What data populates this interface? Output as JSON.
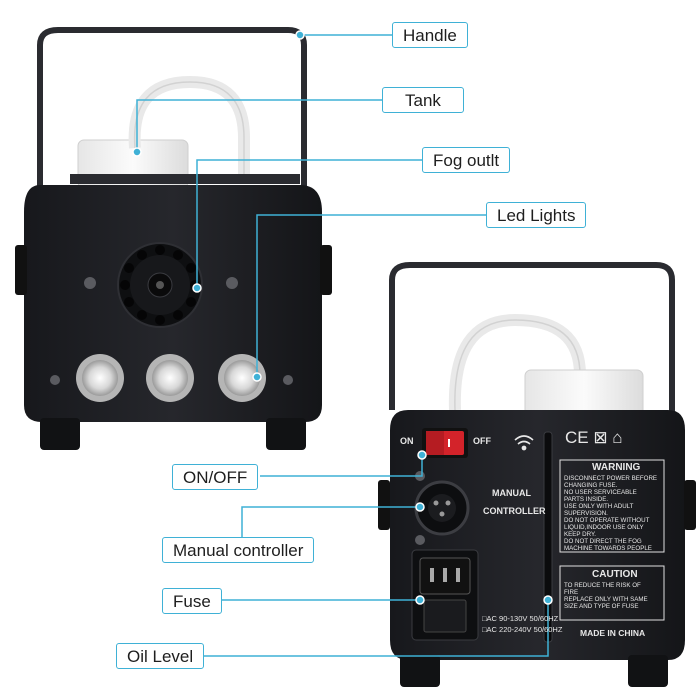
{
  "callouts": {
    "handle": "Handle",
    "tank": "Tank",
    "fog_outlet": "Fog outlt",
    "led_lights": "Led Lights",
    "on_off": "ON/OFF",
    "manual_controller": "Manual controller",
    "fuse": "Fuse",
    "oil_level": "Oil Level"
  },
  "rear_panel": {
    "switch_on": "ON",
    "switch_off": "OFF",
    "manual": "MANUAL",
    "controller": "CONTROLLER",
    "marks": "CE ⊠ ⌂",
    "warning_title": "WARNING",
    "warning_lines": [
      "DISCONNECT POWER BEFORE",
      "CHANGING FUSE.",
      "NO USER SERVICEABLE",
      "PARTS INSIDE.",
      "USE ONLY WITH ADULT",
      "SUPERVISION.",
      "DO NOT OPERATE WITHOUT",
      "LIQUID,INDOOR USE ONLY",
      "KEEP DRY.",
      "DO NOT DIRECT THE FOG",
      "MACHINE TOWARDS PEOPLE"
    ],
    "caution_title": "CAUTION",
    "caution_lines": [
      "TO REDUCE THE RISK OF",
      "FIRE",
      "REPLACE ONLY WITH SAME",
      "SIZE AND TYPE OF FUSE"
    ],
    "ac_1": "□AC 90-130V 50/60HZ",
    "ac_2": "□AC 220-240V 50/60HZ",
    "made_in": "MADE IN CHINA"
  },
  "colors": {
    "callout_line": "#3fb1d6",
    "body": "#1d1e22",
    "switch": "#d3232a"
  }
}
